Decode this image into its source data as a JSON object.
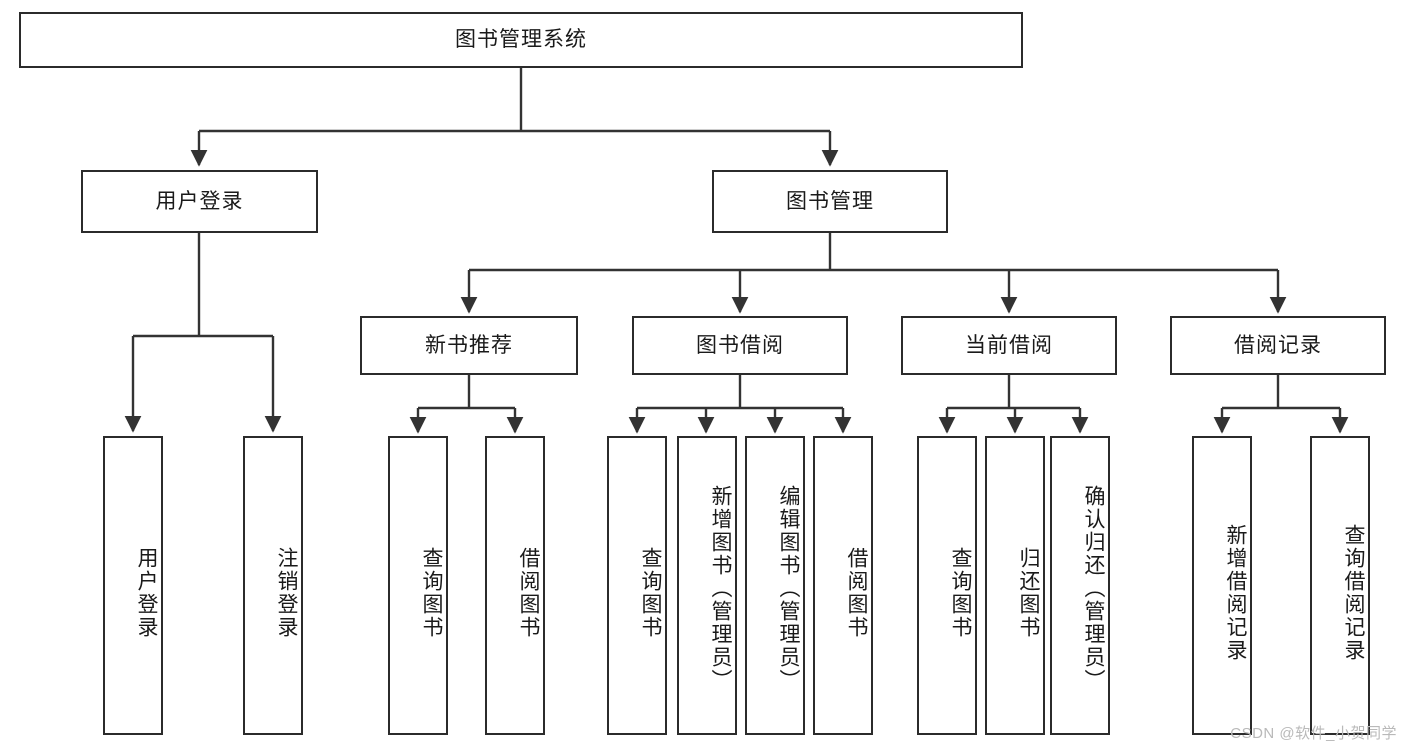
{
  "diagram": {
    "title": "图书管理系统",
    "root": {
      "label": "图书管理系统"
    },
    "level2": [
      {
        "label": "用户登录"
      },
      {
        "label": "图书管理"
      }
    ],
    "level3": [
      {
        "label": "新书推荐"
      },
      {
        "label": "图书借阅"
      },
      {
        "label": "当前借阅"
      },
      {
        "label": "借阅记录"
      }
    ],
    "leaves": {
      "user_login": [
        {
          "label": "用户登录"
        },
        {
          "label": "注销登录"
        }
      ],
      "new_book_recommend": [
        {
          "label": "查询图书"
        },
        {
          "label": "借阅图书"
        }
      ],
      "book_borrow": [
        {
          "label": "查询图书"
        },
        {
          "label": "新增图书（管理员）"
        },
        {
          "label": "编辑图书（管理员）"
        },
        {
          "label": "借阅图书"
        }
      ],
      "current_borrow": [
        {
          "label": "查询图书"
        },
        {
          "label": "归还图书"
        },
        {
          "label": "确认归还（管理员）"
        }
      ],
      "borrow_record": [
        {
          "label": "新增借阅记录"
        },
        {
          "label": "查询借阅记录"
        }
      ]
    }
  },
  "watermark": {
    "text": "CSDN @软件_小贺同学"
  },
  "colors": {
    "border": "#2b2b2b",
    "text": "#1a1a1a",
    "background": "#ffffff",
    "wire": "#333333",
    "watermark": "#b9b9b9"
  }
}
